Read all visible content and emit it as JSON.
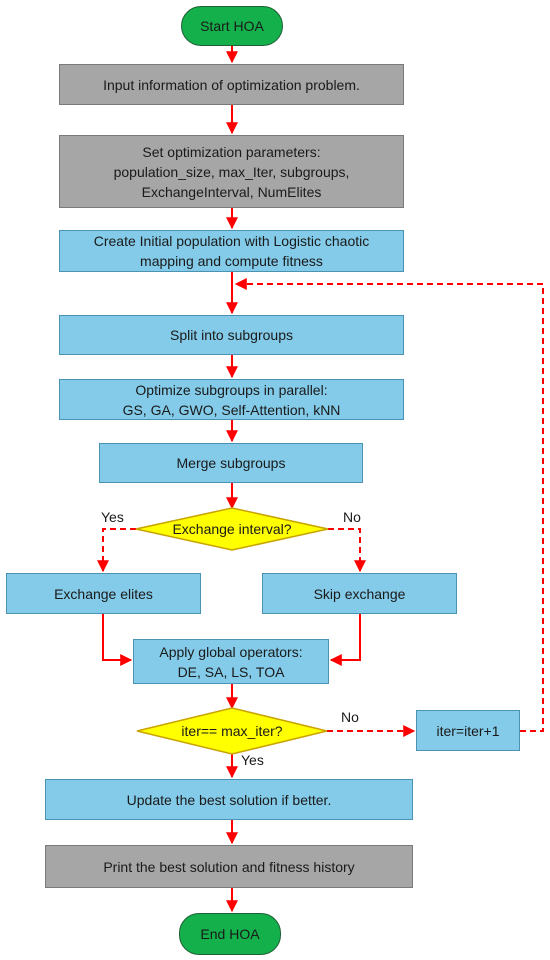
{
  "nodes": {
    "start": "Start HOA",
    "input": "Input information of optimization problem.",
    "params": "Set optimization parameters:\npopulation_size, max_Iter, subgroups,\nExchangeInterval, NumElites",
    "init": "Create Initial population with Logistic chaotic\nmapping  and compute fitness",
    "split": "Split into subgroups",
    "optimize": "Optimize subgroups in parallel:\nGS, GA, GWO, Self-Attention, kNN",
    "merge": "Merge subgroups",
    "exchange_decision": "Exchange interval?",
    "exchange": "Exchange elites",
    "skip": "Skip exchange",
    "global_ops": "Apply global operators:\nDE, SA, LS, TOA",
    "iter_decision": "iter== max_iter?",
    "increment": "iter=iter+1",
    "update": "Update the best solution if better.",
    "print": "Print the best solution and fitness history",
    "end": "End HOA"
  },
  "edge_labels": {
    "exchange_yes": "Yes",
    "exchange_no": "No",
    "iter_no": "No",
    "iter_yes": "Yes"
  },
  "colors": {
    "terminal": "#13b04b",
    "process_gray": "#a6a6a6",
    "process_blue": "#83cbe8",
    "decision": "#ffff00",
    "arrow": "#ff0000"
  }
}
